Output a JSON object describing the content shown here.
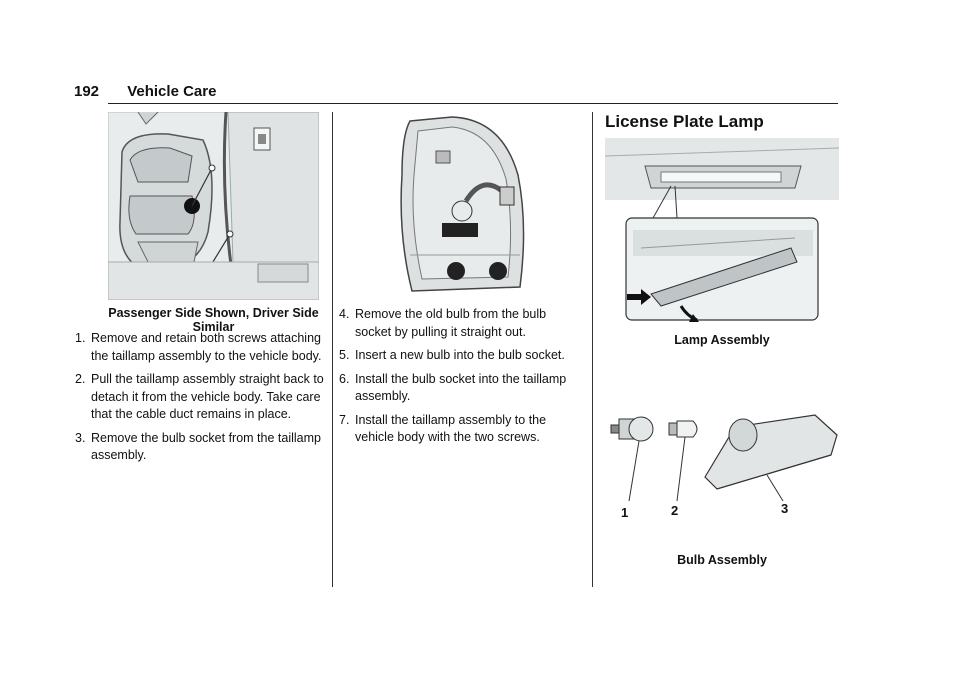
{
  "header": {
    "page_number": "192",
    "section": "Vehicle Care"
  },
  "left_column": {
    "figure_caption": "Passenger Side Shown, Driver Side Similar",
    "steps": [
      {
        "num": "1.",
        "text": "Remove and retain both screws attaching the taillamp assembly to the vehicle body."
      },
      {
        "num": "2.",
        "text": "Pull the taillamp assembly straight back to detach it from the vehicle body. Take care that the cable duct remains in place."
      },
      {
        "num": "3.",
        "text": "Remove the bulb socket from the taillamp assembly."
      }
    ]
  },
  "middle_column": {
    "steps": [
      {
        "num": "4.",
        "text": "Remove the old bulb from the bulb socket by pulling it straight out."
      },
      {
        "num": "5.",
        "text": "Insert a new bulb into the bulb socket."
      },
      {
        "num": "6.",
        "text": "Install the bulb socket into the taillamp assembly."
      },
      {
        "num": "7.",
        "text": "Install the taillamp assembly to the vehicle body with the two screws."
      }
    ]
  },
  "right_column": {
    "title": "License Plate Lamp",
    "lamp_caption": "Lamp Assembly",
    "bulb_caption": "Bulb Assembly",
    "callouts": [
      "1",
      "2",
      "3"
    ]
  }
}
